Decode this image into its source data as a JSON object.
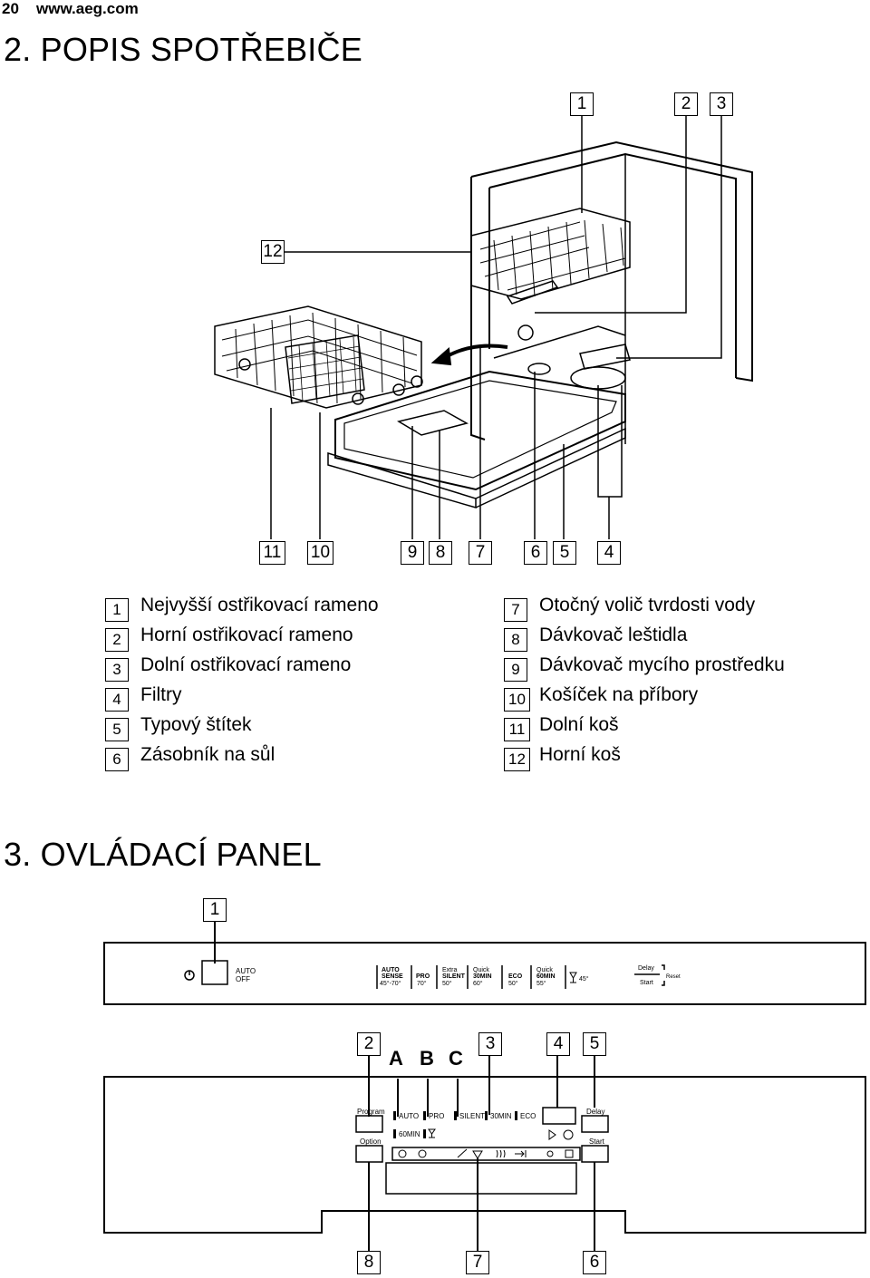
{
  "header": {
    "page_number": "20",
    "url": "www.aeg.com"
  },
  "section2": {
    "title": "2. POPIS SPOTŘEBIČE",
    "callouts": [
      "1",
      "2",
      "3",
      "12",
      "11",
      "10",
      "9",
      "8",
      "7",
      "6",
      "5",
      "4"
    ],
    "legend": [
      {
        "num": "1",
        "text": "Nejvyšší ostřikovací rameno"
      },
      {
        "num": "2",
        "text": "Horní ostřikovací rameno"
      },
      {
        "num": "3",
        "text": "Dolní ostřikovací rameno"
      },
      {
        "num": "4",
        "text": "Filtry"
      },
      {
        "num": "5",
        "text": "Typový štítek"
      },
      {
        "num": "6",
        "text": "Zásobník na sůl"
      },
      {
        "num": "7",
        "text": "Otočný volič tvrdosti vody"
      },
      {
        "num": "8",
        "text": "Dávkovač leštidla"
      },
      {
        "num": "9",
        "text": "Dávkovač mycího prostředku"
      },
      {
        "num": "10",
        "text": "Košíček na příbory"
      },
      {
        "num": "11",
        "text": "Dolní koš"
      },
      {
        "num": "12",
        "text": "Horní koš"
      }
    ]
  },
  "section3": {
    "title": "3. OVLÁDACÍ PANEL",
    "panel1": {
      "callout": "1",
      "power_label_1": "AUTO",
      "power_label_2": "OFF",
      "programs": [
        {
          "l1": "AUTO",
          "l2": "SENSE",
          "l3": "45°-70°"
        },
        {
          "l1": "",
          "l2": "PRO",
          "l3": "70°"
        },
        {
          "l1": "Extra",
          "l2": "SILENT",
          "l3": "50°"
        },
        {
          "l1": "Quick",
          "l2": "30MIN",
          "l3": "60°"
        },
        {
          "l1": "",
          "l2": "ECO",
          "l3": "50°"
        },
        {
          "l1": "Quick",
          "l2": "60MIN",
          "l3": "55°"
        }
      ],
      "glass_label": "45°",
      "delay": "Delay",
      "start": "Start",
      "reset": "Reset"
    },
    "panel2": {
      "top_callouts": [
        "2",
        "3",
        "4",
        "5"
      ],
      "letters": [
        "A",
        "B",
        "C"
      ],
      "bottom_callouts": [
        "8",
        "7",
        "6"
      ],
      "program_btn": "Program",
      "option_btn": "Option",
      "delay_btn": "Delay",
      "start_btn": "Start",
      "row1": [
        "AUTO",
        "PRO",
        "SILENT",
        "30MIN",
        "ECO"
      ],
      "row2": [
        "60MIN"
      ]
    }
  }
}
